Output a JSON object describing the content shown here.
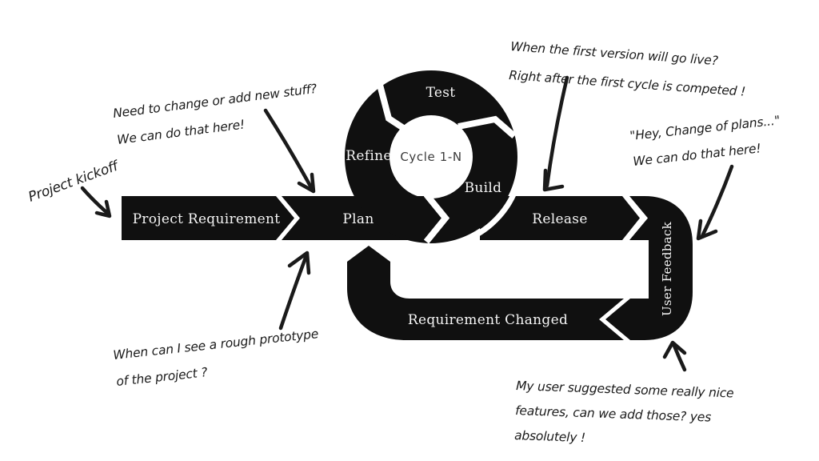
{
  "title": "Agile development loop diagram",
  "colors": {
    "background": "#ffffff",
    "shape": "#101010",
    "band_text": "#f5f5f5",
    "cycle_center_text": "#3c3c3c",
    "annotation_text": "#1a1a1a"
  },
  "flow": {
    "stages": [
      {
        "label": "Project Requirement"
      },
      {
        "label": "Plan"
      },
      {
        "label": "Release"
      },
      {
        "label": "User Feedback"
      },
      {
        "label": "Requirement Changed"
      }
    ]
  },
  "cycle": {
    "center_label": "Cycle 1-N",
    "steps": [
      {
        "label": "Test"
      },
      {
        "label": "Refine"
      },
      {
        "label": "Build"
      }
    ]
  },
  "annotations": [
    {
      "id": "project-kickoff",
      "text": [
        "Project kickoff"
      ]
    },
    {
      "id": "need-change",
      "text": [
        "Need to change or add new stuff?",
        "We can do that here!"
      ]
    },
    {
      "id": "first-version",
      "text": [
        "When the first version will go live?",
        "Right after the first cycle is competed !"
      ]
    },
    {
      "id": "change-of-plans",
      "text": [
        "\"Hey, Change of plans...\"",
        "We can do that here!"
      ]
    },
    {
      "id": "rough-prototype",
      "text": [
        "When can I see a rough prototype",
        "of the project ?"
      ]
    },
    {
      "id": "user-suggested",
      "text": [
        "My user suggested some really nice",
        "features, can we add those? yes",
        "absolutely !"
      ]
    }
  ]
}
